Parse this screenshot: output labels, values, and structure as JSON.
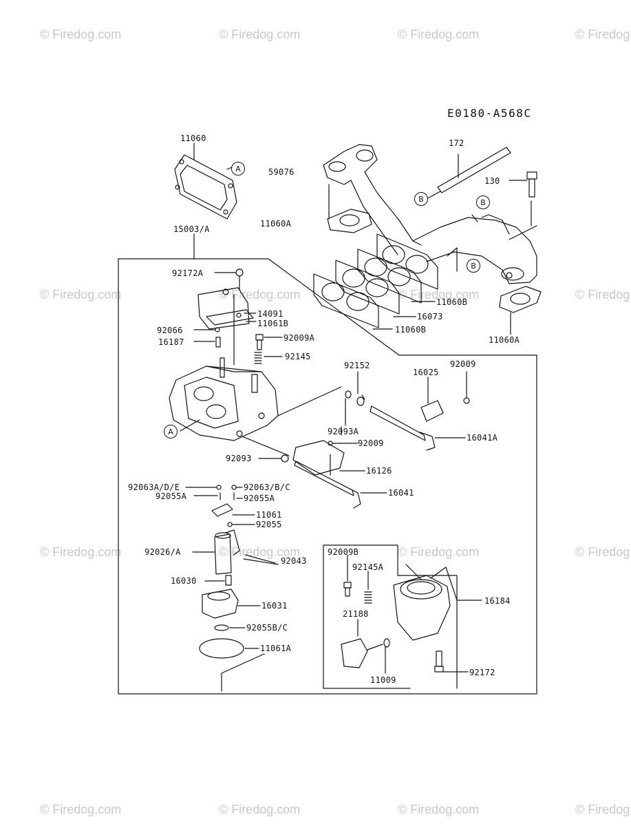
{
  "diagram_code": "E0180-A568C",
  "watermark": "© Firedog.com",
  "part_labels": {
    "p11060": "11060",
    "p172": "172",
    "p59076": "59076",
    "p130": "130",
    "p11060A_top": "11060A",
    "p15003A": "15003/A",
    "p92172A": "92172A",
    "p14091": "14091",
    "p11061B": "11061B",
    "p11060B_a": "11060B",
    "p16073": "16073",
    "p11060B_b": "11060B",
    "p11060A_right": "11060A",
    "p92066": "92066",
    "p16187": "16187",
    "p92009A": "92009A",
    "p92145": "92145",
    "p92152": "92152",
    "p16025": "16025",
    "p92009_top": "92009",
    "p92093A": "92093A",
    "p92009_mid": "92009",
    "p16041A": "16041A",
    "p92093": "92093",
    "p16126": "16126",
    "p92063ADE": "92063A/D/E",
    "p92063BC": "92063/B/C",
    "p16041": "16041",
    "p92055A_left": "92055A",
    "p92055A_right": "92055A",
    "p11061": "11061",
    "p92055": "92055",
    "p92026A": "92026/A",
    "p92043": "92043",
    "p16030": "16030",
    "p16031": "16031",
    "p92055BC": "92055B/C",
    "p11061A": "11061A",
    "p92009B": "92009B",
    "p92145A": "92145A",
    "p16184": "16184",
    "p21188": "21188",
    "p11009": "11009",
    "p92172": "92172"
  },
  "callouts": {
    "a1": "A",
    "a2": "A",
    "b1": "B",
    "b2": "B",
    "b3": "B"
  }
}
